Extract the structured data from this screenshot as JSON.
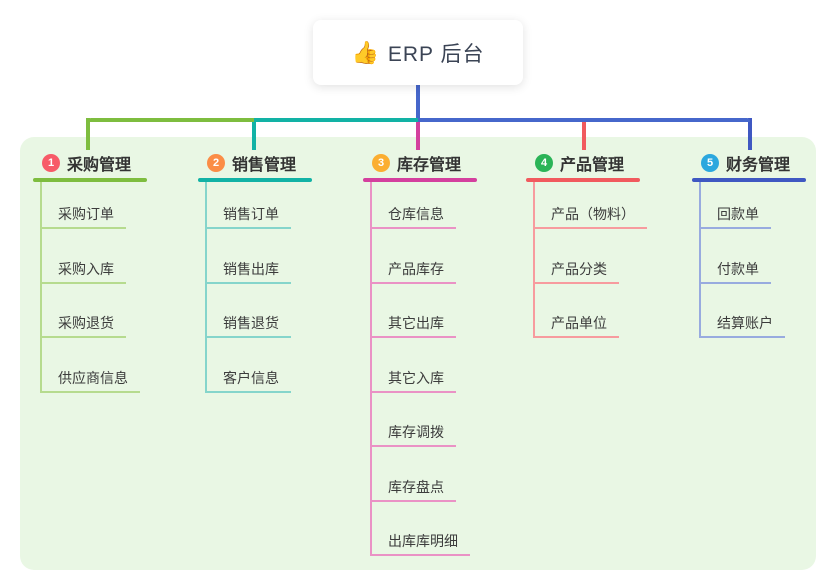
{
  "root": {
    "emoji": "👍",
    "label": "ERP 后台"
  },
  "colors": {
    "panel_bg": "#e9f7e4",
    "root_line": "#4667cb",
    "card_bg": "#ffffff",
    "title_text": "#333333",
    "item_text": "#3c3c3c"
  },
  "branches": [
    {
      "index": "1",
      "label": "采购管理",
      "badge_color": "#f75b68",
      "line_color": "#7ebd3f",
      "light_line_color": "#b6db8e",
      "children": [
        "采购订单",
        "采购入库",
        "采购退货",
        "供应商信息"
      ]
    },
    {
      "index": "2",
      "label": "销售管理",
      "badge_color": "#fb8d46",
      "line_color": "#12b2a5",
      "light_line_color": "#85d5cb",
      "children": [
        "销售订单",
        "销售出库",
        "销售退货",
        "客户信息"
      ]
    },
    {
      "index": "3",
      "label": "库存管理",
      "badge_color": "#fbae31",
      "line_color": "#d4409e",
      "light_line_color": "#ea92c5",
      "children": [
        "仓库信息",
        "产品库存",
        "其它出库",
        "其它入库",
        "库存调拨",
        "库存盘点",
        "出库库明细"
      ]
    },
    {
      "index": "4",
      "label": "产品管理",
      "badge_color": "#2bb457",
      "line_color": "#f15a5e",
      "light_line_color": "#f79b9e",
      "children": [
        "产品（物料）",
        "产品分类",
        "产品单位"
      ]
    },
    {
      "index": "5",
      "label": "财务管理",
      "badge_color": "#2ba7de",
      "line_color": "#3f58c2",
      "light_line_color": "#98abdf",
      "children": [
        "回款单",
        "付款单",
        "结算账户"
      ]
    }
  ]
}
